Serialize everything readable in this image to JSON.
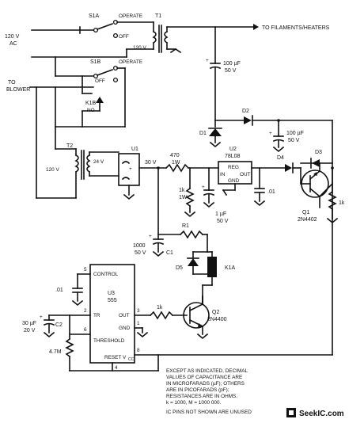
{
  "labels": {
    "ac_in_1": "120 V",
    "ac_in_2": "AC",
    "to_blower_1": "TO",
    "to_blower_2": "BLOWER",
    "s1a": "S1A",
    "s1b": "S1B",
    "operate_a": "OPERATE",
    "operate_b": "OPERATE",
    "off_a": "OFF",
    "off_b": "OFF",
    "t1": "T1",
    "t1_sec": "120 V",
    "to_filaments": "TO FILAMENTS/HEATERS",
    "k1b": "K1B",
    "k1b_no": "NO",
    "c_100uf_a_1": "100 µF",
    "c_100uf_a_2": "50 V",
    "d2": "D2",
    "d1": "D1",
    "c_100uf_b_1": "100 µF",
    "c_100uf_b_2": "50 V",
    "d3": "D3",
    "t2": "T2",
    "t2_pri": "120 V",
    "t2_sec": "24 V",
    "u1": "U1",
    "v30": "30 V",
    "r470_1": "470",
    "r470_2": "1W",
    "u2": "U2",
    "u2_part": "78L08",
    "reg": "REG",
    "reg_in": "IN",
    "reg_out": "OUT",
    "reg_gnd": "GND",
    "d4": "D4",
    "r1k_1": "1k",
    "r1k_2": "1W",
    "c_1uf_1": "1 µF",
    "c_1uf_2": "50 V",
    "c_01_a": ".01",
    "q1": "Q1",
    "q1_part": "2N4402",
    "r1k_q1": "1k",
    "c1_val_1": "1000",
    "c1_val_2": "50 V",
    "c1": "C1",
    "r1": "R1",
    "d5": "D5",
    "k1a": "K1A",
    "u3_pin5": "5",
    "u3_control": "CONTROL",
    "u3": "U3",
    "u3_part": "555",
    "c_01_b": ".01",
    "u3_pin2": "2",
    "u3_tr": "TR",
    "u3_out": "OUT",
    "u3_pin3": "3",
    "u3_gnd": "GND",
    "u3_pin1": "1",
    "r1k_q2": "1k",
    "q2": "Q2",
    "q2_part": "2N4400",
    "c2_val_1": "30 µF",
    "c2_val_2": "20 V",
    "c2": "C2",
    "u3_pin6": "6",
    "u3_threshold": "THRESHOLD",
    "r47m": "4.7M",
    "u3_reset": "RESET V",
    "u3_vcc_sub": "CC",
    "u3_pin8": "8",
    "u3_pin4": "4"
  },
  "notes": [
    "EXCEPT AS INDICATED, DECIMAL",
    "VALUES OF CAPACITANCE ARE",
    "IN MICROFARADS (µF); OTHERS",
    "ARE IN PICOFARADS (pF);",
    "RESISTANCES ARE IN OHMS.",
    "k = 1000, M = 1000 000."
  ],
  "note_unused": "IC PINS NOT SHOWN ARE UNUSED",
  "watermark": "SeekIC.com"
}
